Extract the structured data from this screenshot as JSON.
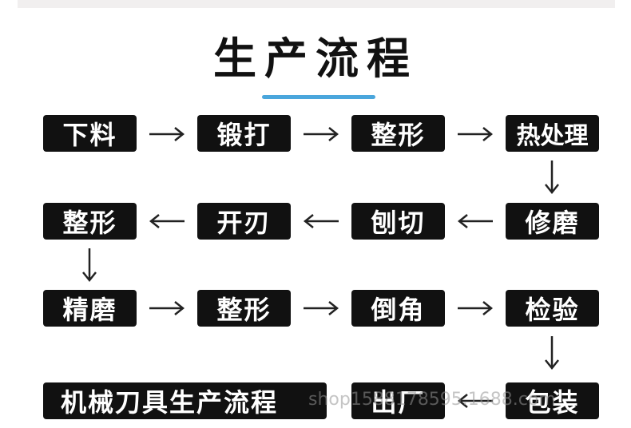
{
  "title": "生产流程",
  "steps": {
    "row1": [
      "下料",
      "锻打",
      "整形",
      "热处理"
    ],
    "row2": [
      "整形",
      "开刃",
      "刨切",
      "修磨"
    ],
    "row3": [
      "精磨",
      "整形",
      "倒角",
      "检验"
    ],
    "row4": [
      "机械刀具生产流程",
      "出厂",
      "包装"
    ]
  },
  "watermark": "shop1588178595.1688.com",
  "colors": {
    "box": "#111111",
    "box_text": "#ffffff",
    "accent_line": "#4aa6dc",
    "arrow": "#222222"
  },
  "icons": {
    "right_arrow": "right-arrow-icon",
    "left_arrow": "left-arrow-icon",
    "down_arrow": "down-arrow-icon"
  }
}
